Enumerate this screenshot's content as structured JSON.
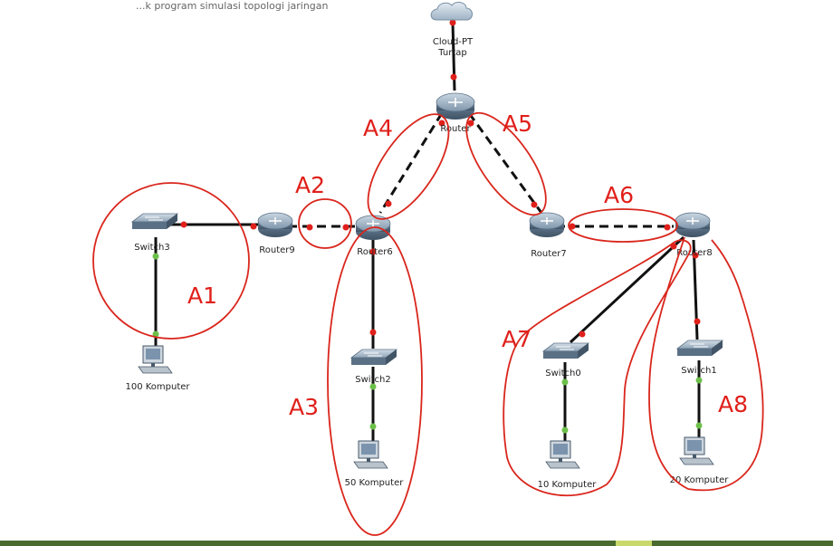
{
  "header_fragment": "...k program simulasi topologi jaringan",
  "devices": {
    "cloud": {
      "name": "Cloud-PT",
      "sub": "Turtap"
    },
    "router_top": "Router",
    "router9": "Router9",
    "router6": "Router6",
    "router7": "Router7",
    "router8": "Router8",
    "switch3": "Switch3",
    "switch2": "Switch2",
    "switch0": "Switch0",
    "switch1": "Switch1",
    "pc100": "100 Komputer",
    "pc50": "50 Komputer",
    "pc10": "10 Komputer",
    "pc20": "20 Komputer"
  },
  "areas": [
    "A1",
    "A2",
    "A3",
    "A4",
    "A5",
    "A6",
    "A7",
    "A8"
  ],
  "colors": {
    "area_outline": "#d9261c",
    "link_dot_red": "#e0201b",
    "link_dot_green": "#6cc04a",
    "bottom_bar": "#4a6b2f"
  }
}
